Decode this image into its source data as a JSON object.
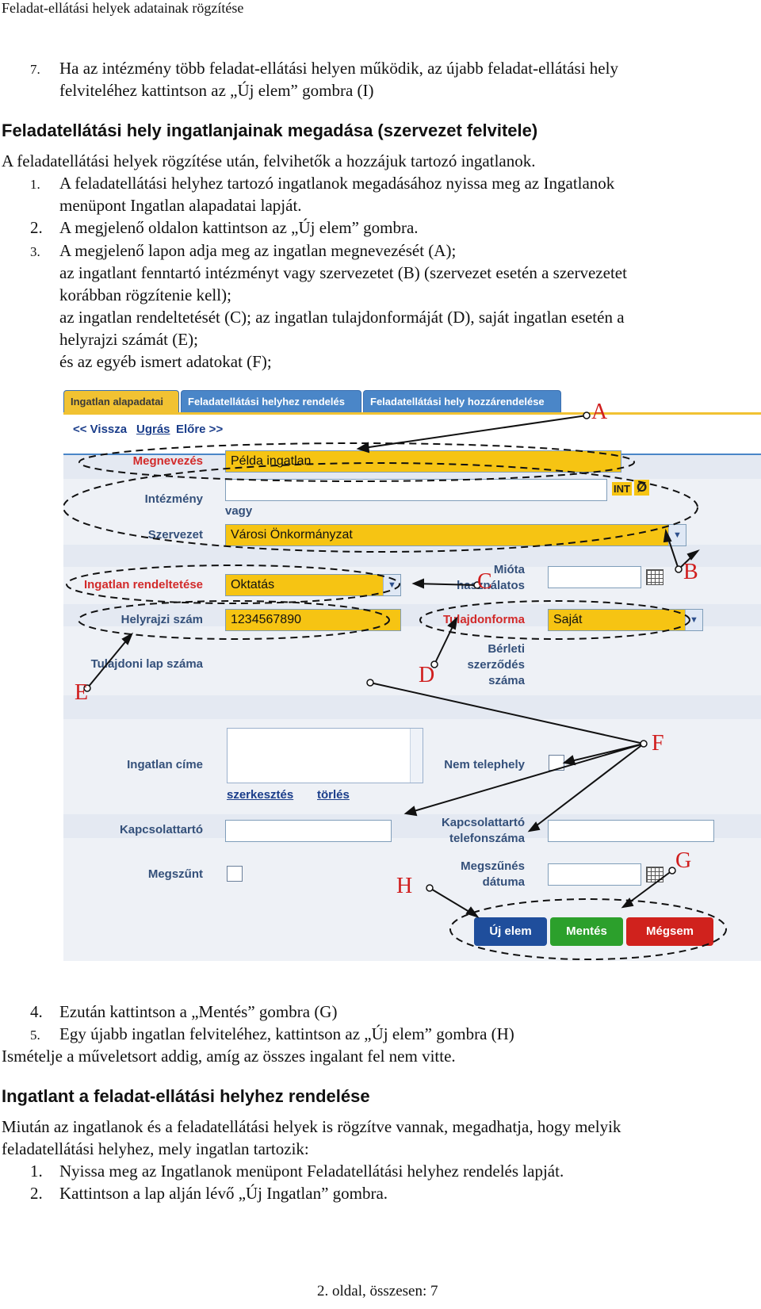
{
  "header_title": "Feladat-ellátási helyek adatainak rögzítése",
  "item7": {
    "num": "7.",
    "line1": "Ha az intézmény több feladat-ellátási helyen működik, az újabb feladat-ellátási hely",
    "line2": "felviteléhez kattintson az „Új elem” gombra (I)"
  },
  "section1": {
    "title": "Feladatellátási hely ingatlanjainak megadása (szervezet felvitele)",
    "intro": "A feladatellátási helyek rögzítése után, felvihetők a hozzájuk tartozó ingatlanok.",
    "items": [
      {
        "num": "1.",
        "lines": [
          "A feladatellátási helyhez tartozó ingatlanok megadásához nyissa meg az Ingatlanok",
          "menüpont Ingatlan alapadatai lapját."
        ]
      },
      {
        "num": "2.",
        "lines": [
          "A megjelenő oldalon kattintson az „Új elem” gombra."
        ]
      },
      {
        "num": "3.",
        "lines": [
          "A megjelenő lapon adja meg az ingatlan megnevezését (A);",
          "az ingatlant fenntartó intézményt vagy szervezetet (B) (szervezet esetén a szervezetet",
          "korábban rögzítenie kell);",
          "az ingatlan rendeltetését (C); az ingatlan tulajdonformáját (D), saját ingatlan esetén a",
          "helyrajzi számát (E);",
          "és az egyéb ismert adatokat (F);"
        ]
      }
    ]
  },
  "figure": {
    "tabs": [
      "Ingatlan alapadatai",
      "Feladatellátási helyhez rendelés",
      "Feladatellátási hely hozzárendelése"
    ],
    "nav": {
      "back": "<< Vissza",
      "jump": "Ugrás",
      "forward": "Előre >>"
    },
    "labels": {
      "megnevezes": "Megnevezés",
      "intezmeny": "Intézmény",
      "vagy": "vagy",
      "szervezet": "Szervezet",
      "rendeltetes": "Ingatlan rendeltetése",
      "miota_1": "Mióta",
      "miota_2": "használatos",
      "hrsz": "Helyrajzi szám",
      "tulajdonforma": "Tulajdonforma",
      "tulajdoni_lap": "Tulajdoni lap száma",
      "berleti_1": "Bérleti",
      "berleti_2": "szerződés",
      "berleti_3": "száma",
      "cim": "Ingatlan címe",
      "nem_telephely": "Nem telephely",
      "kapcsolattarto": "Kapcsolattartó",
      "kapcs_tel_1": "Kapcsolattartó",
      "kapcs_tel_2": "telefonszáma",
      "megszunt": "Megszűnt",
      "megszunes_1": "Megszűnés",
      "megszunes_2": "dátuma"
    },
    "values": {
      "megnevezes": "Példa ingatlan",
      "szervezet": "Városi Önkormányzat",
      "rendeltetes": "Oktatás",
      "hrsz": "1234567890",
      "tulajdonforma": "Saját"
    },
    "links": {
      "edit": "szerkesztés",
      "delete": "törlés"
    },
    "inst_buttons": {
      "int": "INT",
      "null": "Ø"
    },
    "buttons": {
      "new": "Új elem",
      "save": "Mentés",
      "cancel": "Mégsem"
    },
    "markers": {
      "a": "A",
      "b": "B",
      "c": "C",
      "d": "D",
      "e": "E",
      "f": "F",
      "g": "G",
      "h": "H"
    },
    "colors": {
      "yellow": "#f6c413",
      "blue_tab": "#4a86c8",
      "new_btn": "#1f4e9c",
      "save_btn": "#2ca02c",
      "cancel_btn": "#d0221d",
      "marker": "#d01e1e"
    }
  },
  "after": [
    {
      "num": "4.",
      "text": "Ezután kattintson a „Mentés” gombra (G)"
    },
    {
      "num": "5.",
      "text": "Egy újabb ingatlan felviteléhez, kattintson az „Új elem” gombra (H)"
    }
  ],
  "repeat_text": "Ismételje a műveletsort addig, amíg az összes ingalant fel nem vitte.",
  "section2": {
    "title": "Ingatlant a feladat-ellátási helyhez rendelése",
    "intro_lines": [
      "Miután az ingatlanok és a feladatellátási helyek is rögzítve vannak, megadhatja, hogy melyik",
      "feladatellátási helyhez, mely ingatlan tartozik:"
    ],
    "items": [
      {
        "num": "1.",
        "text": "Nyissa meg az Ingatlanok menüpont Feladatellátási helyhez rendelés lapját."
      },
      {
        "num": "2.",
        "text": "Kattintson a lap alján lévő „Új Ingatlan” gombra."
      }
    ]
  },
  "footer": "2. oldal, összesen: 7"
}
